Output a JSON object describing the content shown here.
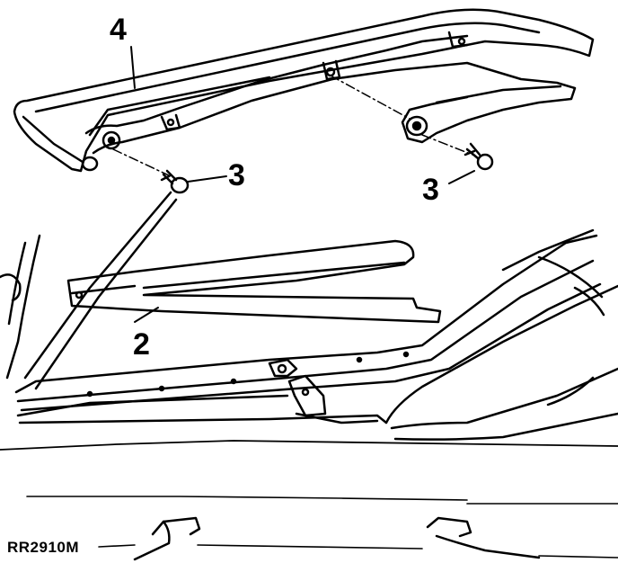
{
  "diagram": {
    "callouts": {
      "part_4": "4",
      "part_3_left": "3",
      "part_3_right": "3",
      "part_2": "2"
    },
    "reference_code": "RR2910M"
  },
  "colors": {
    "ink": "#000000",
    "paper": "#ffffff"
  }
}
